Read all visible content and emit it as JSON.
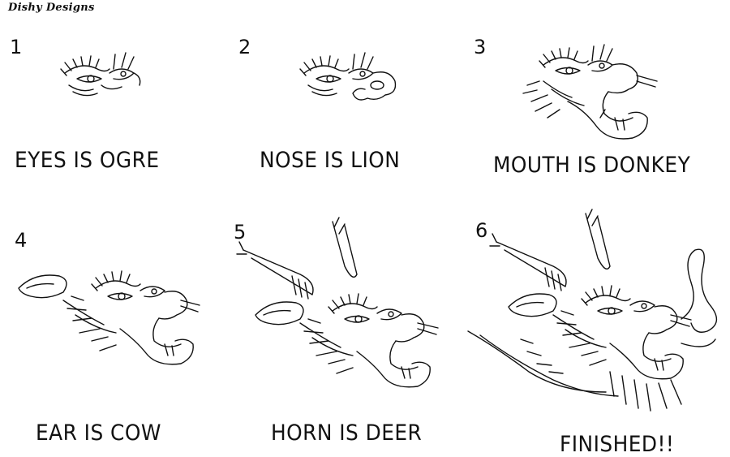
{
  "header": {
    "signature": "Dishy Designs"
  },
  "steps": [
    {
      "number": "1",
      "caption": "EYES  IS OGRE"
    },
    {
      "number": "2",
      "caption": "NOSE IS LION"
    },
    {
      "number": "3",
      "caption": "MOUTH IS DONKEY"
    },
    {
      "number": "4",
      "caption": "EAR IS COW"
    },
    {
      "number": "5",
      "caption": "HORN IS DEER"
    },
    {
      "number": "6",
      "caption": "FINISHED!!"
    }
  ]
}
